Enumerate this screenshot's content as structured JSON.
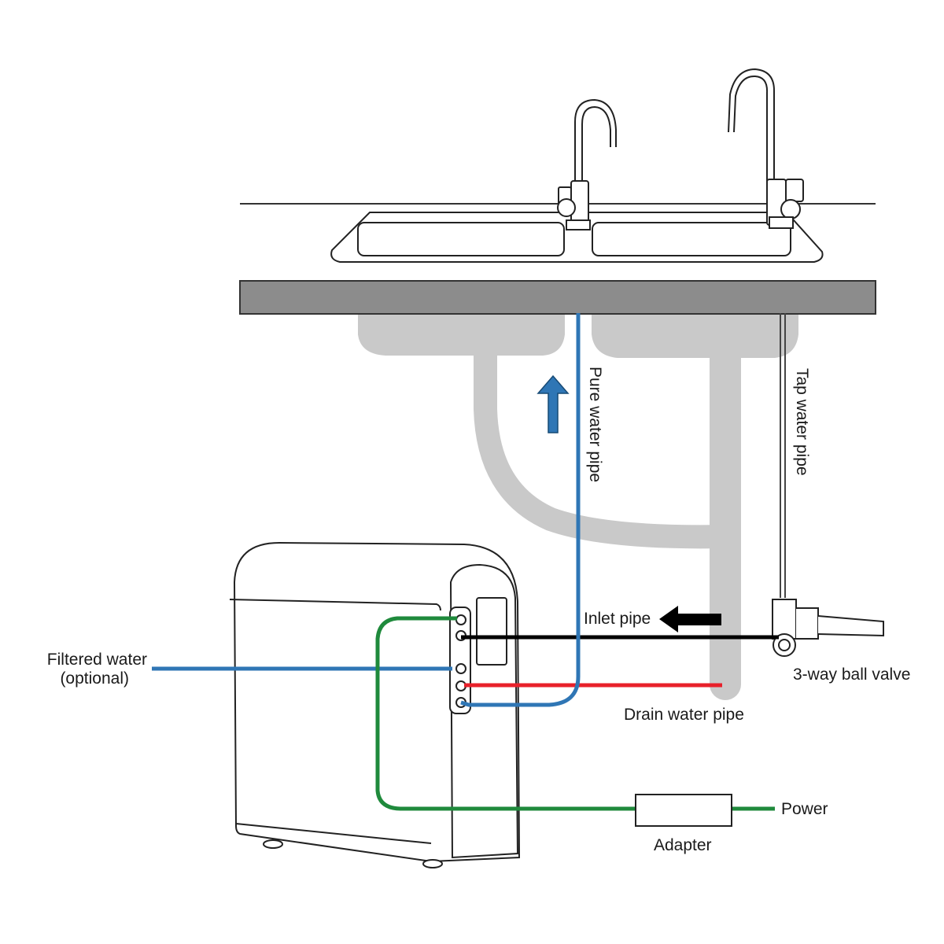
{
  "labels": {
    "pure_water_pipe": "Pure water pipe",
    "tap_water_pipe": "Tap water pipe",
    "inlet_pipe": "Inlet pipe",
    "filtered_water_line1": "Filtered water",
    "filtered_water_line2": "(optional)",
    "three_way_ball_valve": "3-way ball valve",
    "drain_water_pipe": "Drain water pipe",
    "power": "Power",
    "adapter": "Adapter"
  },
  "colors": {
    "pure_water": "#2f76b5",
    "inlet": "#000000",
    "drain": "#e8202a",
    "power": "#1f8a3c",
    "filtered": "#2f76b5",
    "counter": "#8c8c8c",
    "drain_plumbing": "#c9c9c9",
    "outline": "#222222"
  }
}
